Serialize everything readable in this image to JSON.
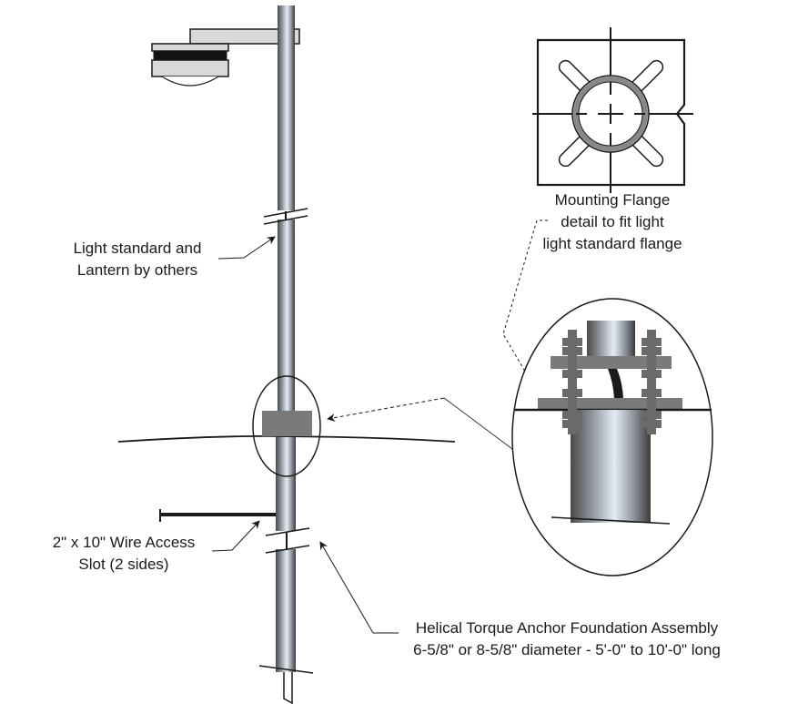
{
  "diagram": {
    "type": "technical-drawing",
    "subject": "Light standard on helical torque anchor foundation",
    "labels": {
      "mounting_flange": [
        "Mounting Flange",
        "detail to fit light",
        "light standard flange"
      ],
      "light_standard": [
        "Light standard and",
        "Lantern by others"
      ],
      "wire_slot": [
        "2\" x 10\" Wire Access",
        "Slot (2 sides)"
      ],
      "anchor": [
        "Helical Torque Anchor Foundation Assembly",
        "6-5/8\" or 8-5/8\" diameter - 5'-0\" to 10'-0\" long"
      ]
    },
    "components": [
      "lantern-head",
      "lamp-arm",
      "light-pole",
      "pole-break-upper",
      "flange-plate",
      "ground-line",
      "wire-access-slot",
      "pole-break-lower",
      "anchor-shaft",
      "flange-detail-plan-view",
      "flange-detail-section-view"
    ],
    "colors": {
      "line": "#1a1a1a",
      "plate": "#7a7a7a",
      "pole_light": "#dfe8f0",
      "pole_dark": "#3a3a3a"
    }
  }
}
